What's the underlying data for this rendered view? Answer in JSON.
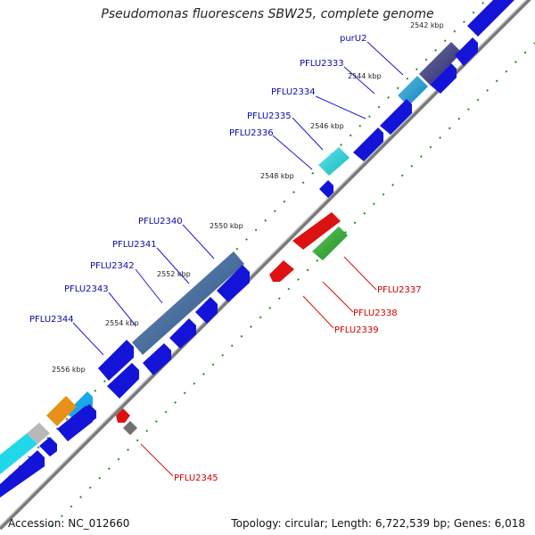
{
  "header": {
    "title": "Pseudomonas fluorescens SBW25, complete genome"
  },
  "footer": {
    "accession": "Accession: NC_012660",
    "summary": "Topology: circular; Length: 6,722,539 bp; Genes: 6,018"
  },
  "colors": {
    "backbone": "#8a8a8a",
    "cds": "#1414d8",
    "dotted_ruler": "#2a8a2a",
    "label_forward": "#0a0aa8",
    "label_reverse": "#cc0000",
    "leader_forward": "#1a1ad0",
    "leader_reverse": "#dd1111"
  },
  "ruler": {
    "kbp_labels": [
      "2542 kbp",
      "2544 kbp",
      "2546 kbp",
      "2548 kbp",
      "2550 kbp",
      "2552 kbp",
      "2554 kbp",
      "2556 kbp"
    ]
  },
  "forward_labels": [
    "purU2",
    "PFLU2333",
    "PFLU2334",
    "PFLU2335",
    "PFLU2336",
    "PFLU2340",
    "PFLU2341",
    "PFLU2342",
    "PFLU2343",
    "PFLU2344"
  ],
  "reverse_labels": [
    "PFLU2337",
    "PFLU2338",
    "PFLU2339",
    "PFLU2345"
  ]
}
